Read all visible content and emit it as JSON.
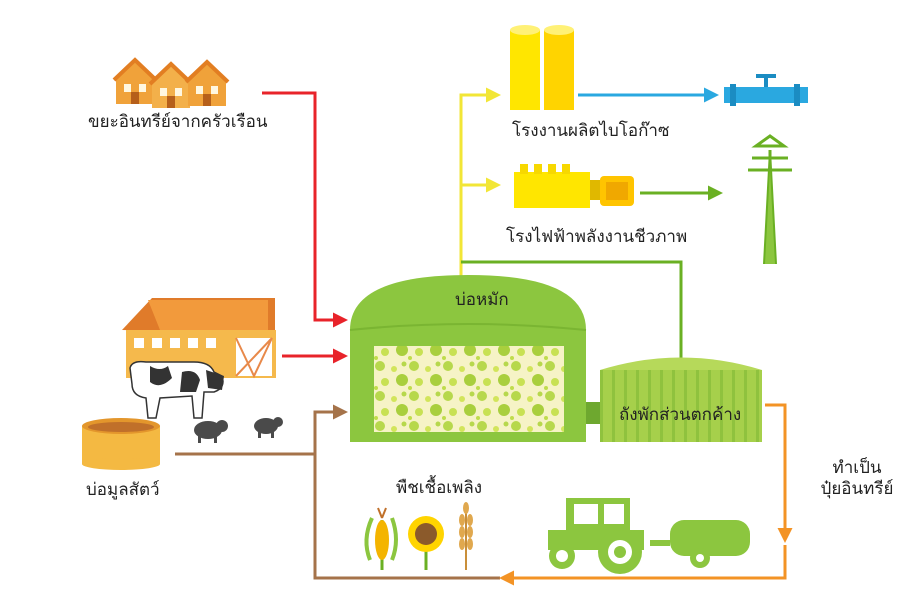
{
  "labels": {
    "household_waste": "ขยะอินทรีย์จากครัวเรือน",
    "biogas_plant": "โรงงานผลิตไบโอก๊าซ",
    "bio_power_plant": "โรงไฟฟ้าพลังงานชีวภาพ",
    "digester": "บ่อหมัก",
    "residue_tank": "ถังพักส่วนตกค้าง",
    "fertilizer_line1": "ทำเป็น",
    "fertilizer_line2": "ปุ๋ยอินทรีย์",
    "manure_pit": "บ่อมูลสัตว์",
    "energy_crops": "พืชเชื้อเพลิง"
  },
  "colors": {
    "waste_arrows": "#e8232a",
    "biogas_arrows": "#f2e636",
    "gas_pipe": "#2aa8e0",
    "power_arrow": "#6ab023",
    "digester_green": "#8cc63f",
    "fertilizer_arrow": "#f39325",
    "crop_return": "#a5734a",
    "house_orange": "#f0a23a",
    "tank_yellow": "#ffe600"
  },
  "icons": [
    "houses-icon",
    "barn-icon",
    "cow-icon",
    "pig-icon",
    "manure-pit-icon",
    "gas-tanks-icon",
    "pipeline-icon",
    "generator-icon",
    "power-pylon-icon",
    "digester-icon",
    "residue-tank-icon",
    "tractor-icon",
    "corn-icon",
    "sunflower-icon",
    "wheat-icon"
  ]
}
